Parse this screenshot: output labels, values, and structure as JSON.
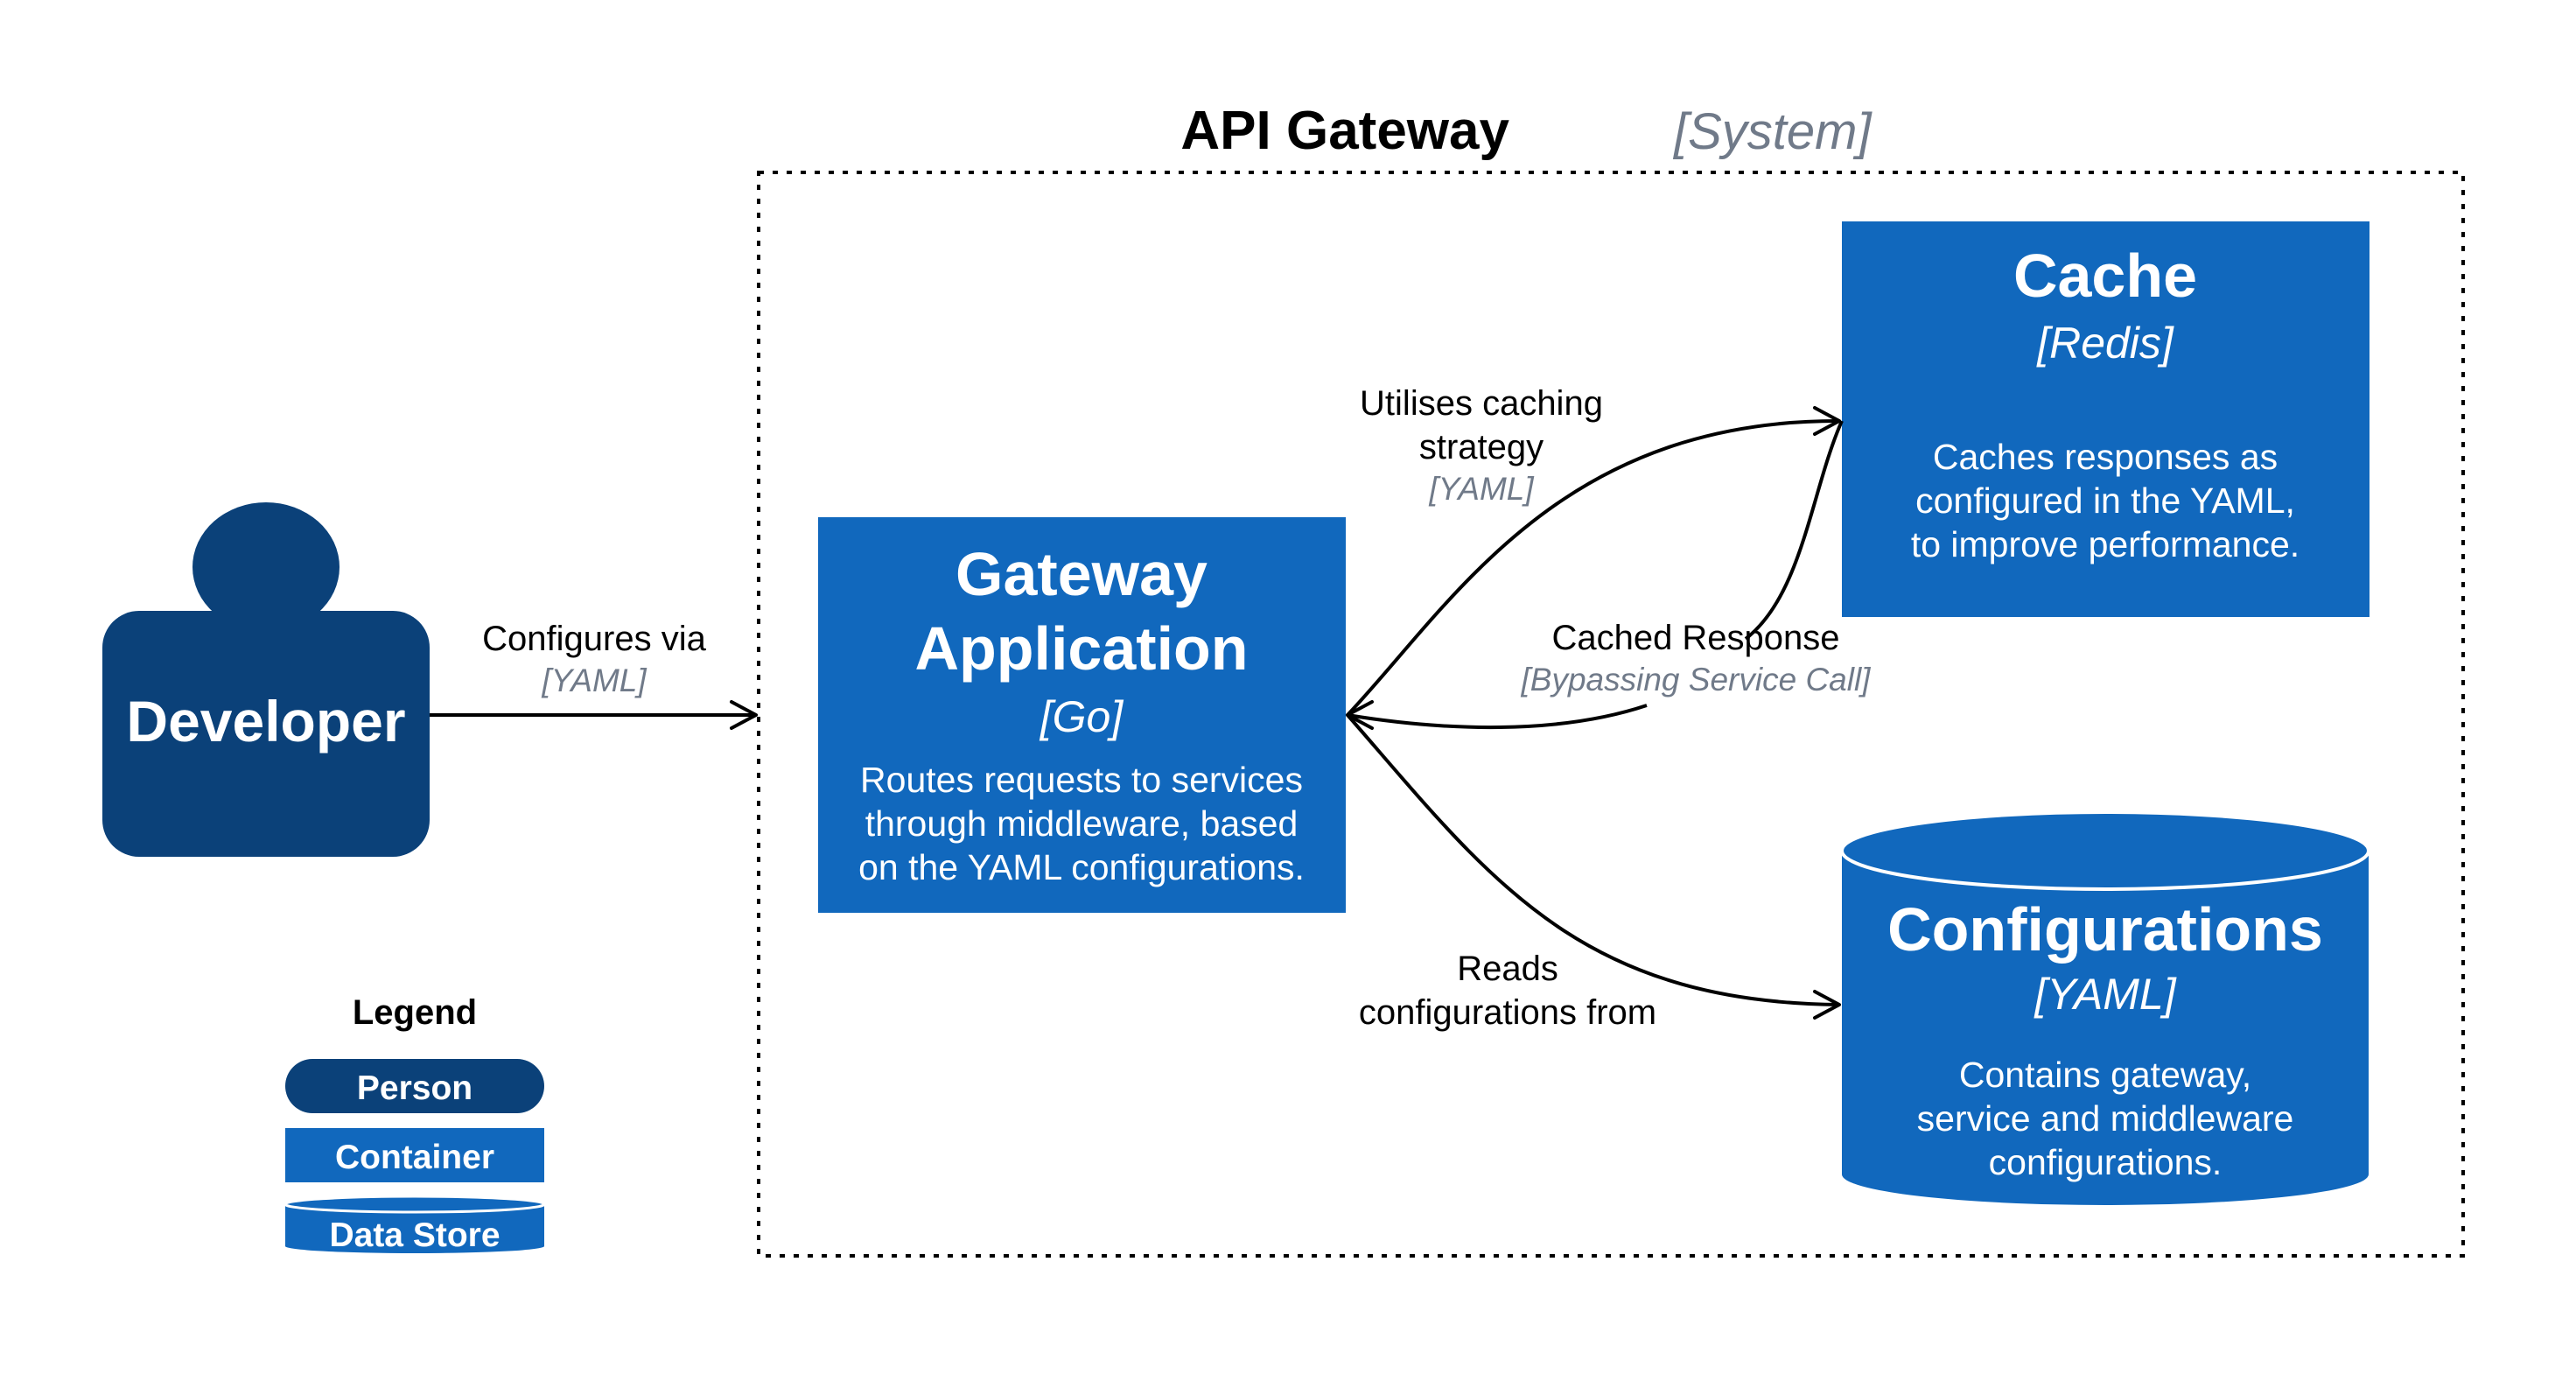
{
  "colors": {
    "person": "#0b4179",
    "container": "#1168bd",
    "text_muted": "#707a89",
    "line": "#000000"
  },
  "system": {
    "title": "API Gateway",
    "tag": "[System]"
  },
  "developer": {
    "name": "Developer",
    "icon": "person-icon"
  },
  "gateway": {
    "title_line1": "Gateway",
    "title_line2": "Application",
    "tech": "[Go]",
    "desc": [
      "Routes requests to services",
      "through middleware, based",
      "on the YAML configurations."
    ]
  },
  "cache": {
    "title": "Cache",
    "tech": "[Redis]",
    "desc": [
      "Caches responses as",
      "configured in the YAML,",
      "to improve performance."
    ]
  },
  "configurations": {
    "title": "Configurations",
    "tech": "[YAML]",
    "desc": [
      "Contains gateway,",
      "service and middleware",
      "configurations."
    ]
  },
  "edges": {
    "configures": {
      "label": "Configures via",
      "tech": "[YAML]"
    },
    "caching": {
      "label_line1": "Utilises caching",
      "label_line2": "strategy",
      "tech": "[YAML]"
    },
    "cached_response": {
      "label": "Cached Response",
      "tech": "[Bypassing Service Call]"
    },
    "reads": {
      "label_line1": "Reads",
      "label_line2": "configurations from"
    }
  },
  "legend": {
    "title": "Legend",
    "items": [
      "Person",
      "Container",
      "Data Store"
    ]
  }
}
